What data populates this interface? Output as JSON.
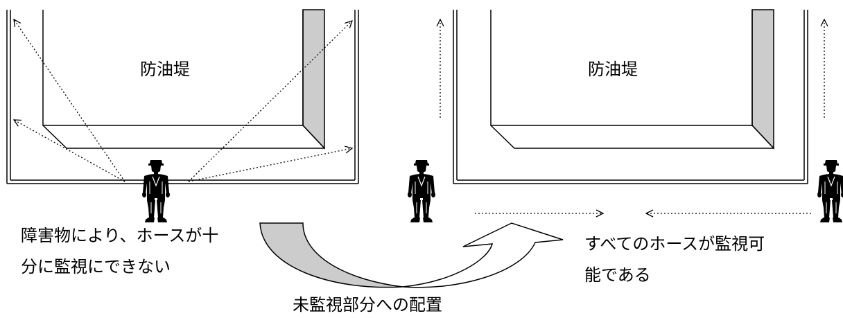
{
  "left_panel": {
    "area_label": "防油堤",
    "caption_lines": [
      "障害物により、ホースが十",
      "分に監視にできない"
    ]
  },
  "right_panel": {
    "area_label": "防油堤",
    "caption_lines": [
      "すべてのホースが監視可",
      "能である"
    ]
  },
  "transition_caption": "未監視部分への配置",
  "icons": {
    "guard": "guard-figure-icon",
    "transition_arrow": "curved-arrow-icon"
  },
  "colors": {
    "line": "#000000",
    "shade": "#cccccc",
    "background": "#ffffff"
  }
}
